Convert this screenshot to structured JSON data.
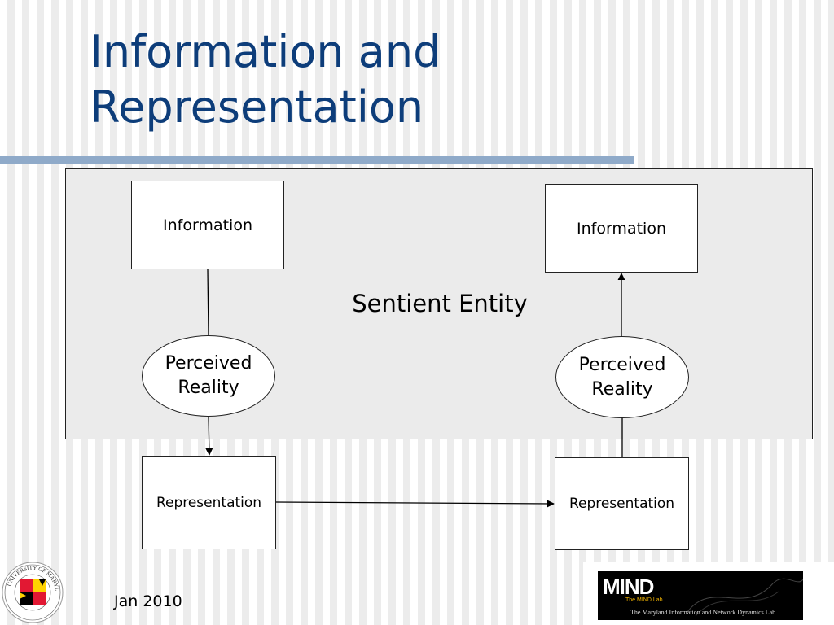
{
  "slide": {
    "title_line1": "Information and",
    "title_line2": "Representation",
    "footer_date": "Jan 2010"
  },
  "diagram": {
    "panel_label": "Sentient Entity",
    "left": {
      "information": "Information",
      "perceived_line1": "Perceived",
      "perceived_line2": "Reality",
      "representation": "Representation"
    },
    "right": {
      "information": "Information",
      "perceived_line1": "Perceived",
      "perceived_line2": "Reality",
      "representation": "Representation"
    }
  },
  "logos": {
    "university_seal": "UNIVERSITY OF MARYLAND",
    "mind_logo_text": "MIND",
    "mind_logo_sub": "The MIND Lab",
    "mind_tagline": "The Maryland Information and Network Dynamics Lab"
  },
  "colors": {
    "title": "#0d3d7a",
    "rule": "#8faac9",
    "panel": "#ebebeb",
    "mind_accent": "#f2b400"
  }
}
